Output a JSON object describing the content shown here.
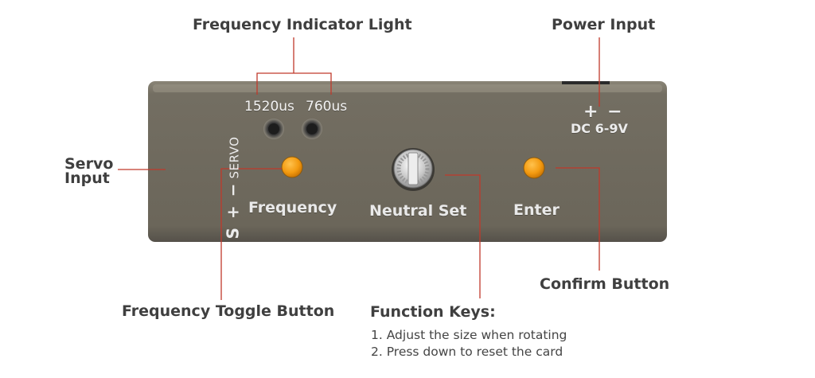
{
  "callouts": {
    "frequency_indicator_light": "Frequency Indicator Light",
    "power_input": "Power Input",
    "servo_input_line1": "Servo",
    "servo_input_line2": "Input",
    "confirm_button": "Confirm Button",
    "frequency_toggle_button": "Frequency Toggle Button",
    "function_keys": "Function Keys:",
    "function_key_notes": [
      "1. Adjust the size when rotating",
      "2. Press down to reset the card"
    ]
  },
  "panel": {
    "led_1520": "1520us",
    "led_760": "760us",
    "power_polarity": "+ −",
    "power_voltage": "DC 6-9V",
    "servo_pins": "S + −",
    "servo_word": "SERVO",
    "frequency_label": "Frequency",
    "neutral_label": "Neutral Set",
    "enter_label": "Enter"
  },
  "colors": {
    "panel_body": "#6f6a5d",
    "button_orange": "#f39a10",
    "leader_line": "#c0392b",
    "callout_text": "#3f3f3f"
  }
}
